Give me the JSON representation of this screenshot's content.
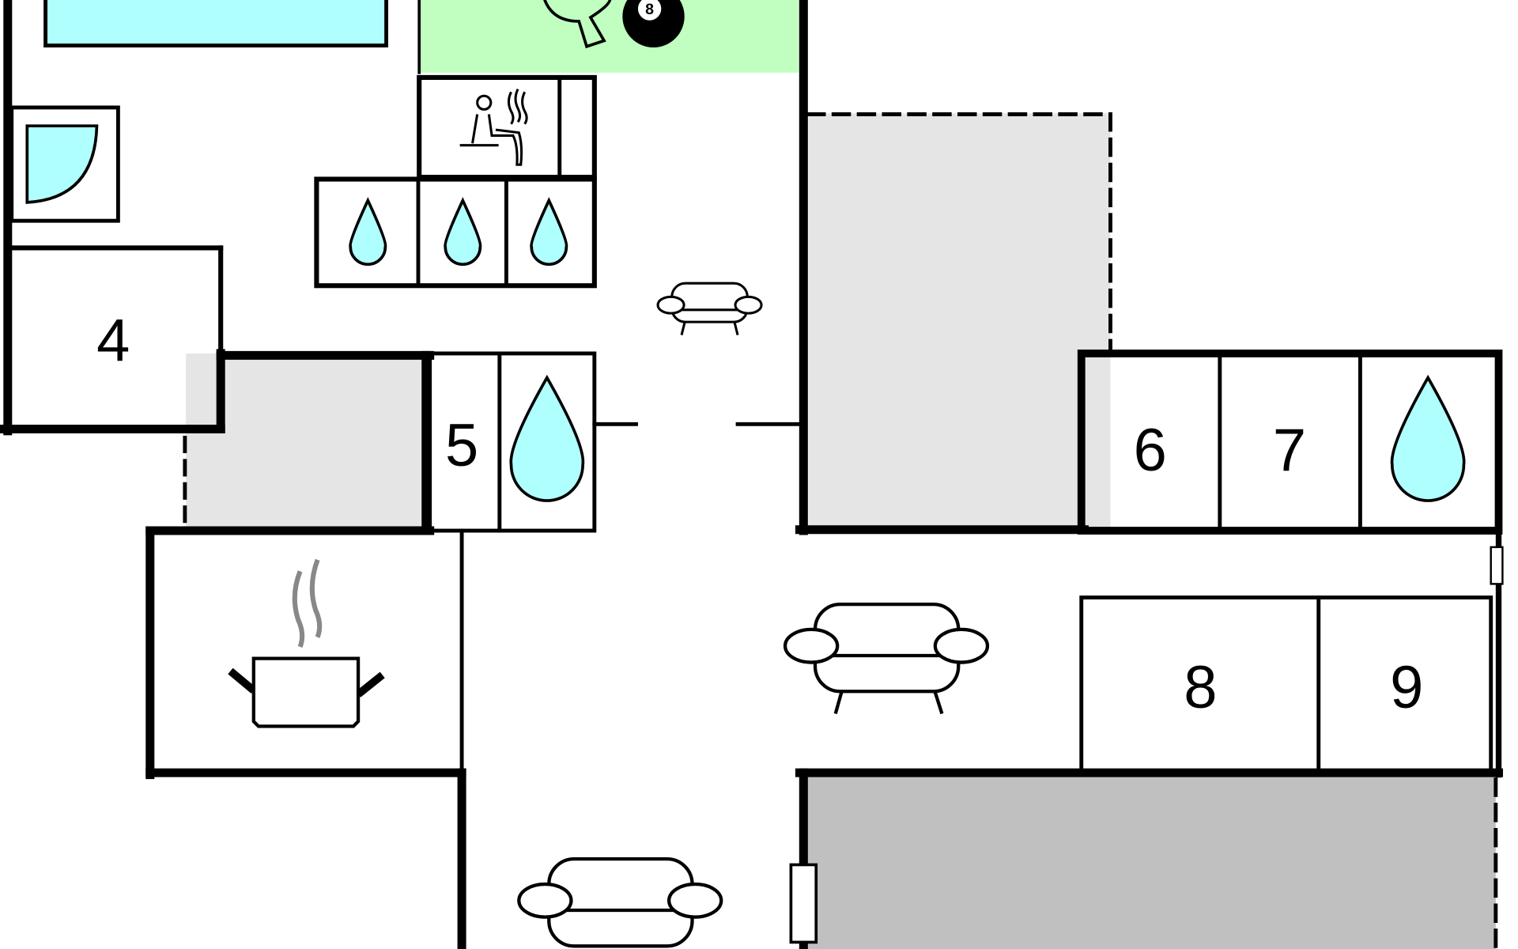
{
  "floorplan": {
    "rooms": [
      {
        "id": "room-4",
        "label": "4"
      },
      {
        "id": "room-5",
        "label": "5"
      },
      {
        "id": "room-6",
        "label": "6"
      },
      {
        "id": "room-7",
        "label": "7"
      },
      {
        "id": "room-8",
        "label": "8"
      },
      {
        "id": "room-9",
        "label": "9"
      }
    ],
    "billiard_ball_number": "8",
    "icons": [
      "pool",
      "table-tennis",
      "billiard-ball",
      "sauna",
      "shower",
      "water-drop",
      "sofa",
      "cooking-pot",
      "window"
    ],
    "colors": {
      "pool": "#b0ffff",
      "games_room": "#c0ffc0",
      "terrace_light": "#e5e5e5",
      "terrace_dark": "#c0c0c0",
      "wall": "#000000"
    }
  }
}
